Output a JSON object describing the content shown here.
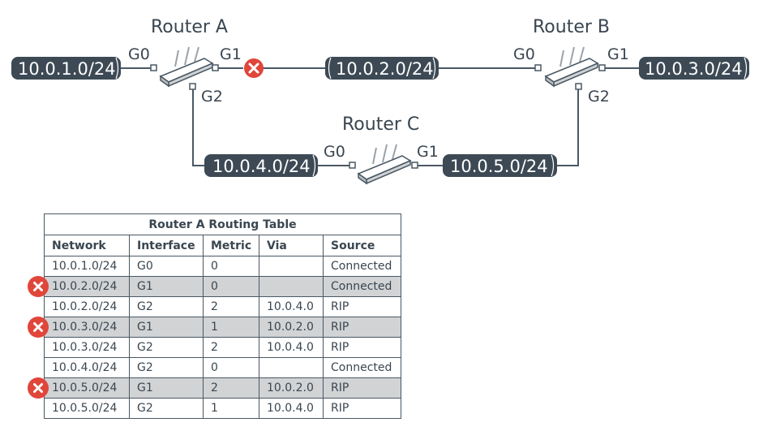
{
  "routers": {
    "a": {
      "label": "Router A",
      "ports": [
        "G0",
        "G1",
        "G2"
      ]
    },
    "b": {
      "label": "Router B",
      "ports": [
        "G0",
        "G1",
        "G2"
      ]
    },
    "c": {
      "label": "Router C",
      "ports": [
        "G0",
        "G1"
      ]
    }
  },
  "networks": {
    "n1": "10.0.1.0/24",
    "n2": "10.0.2.0/24",
    "n3": "10.0.3.0/24",
    "n4": "10.0.4.0/24",
    "n5": "10.0.5.0/24"
  },
  "link_failure": {
    "router": "Router A",
    "interface": "G1",
    "icon": "x-icon",
    "color": "#e0463a"
  },
  "routing_table": {
    "title": "Router A Routing Table",
    "columns": [
      "Network",
      "Interface",
      "Metric",
      "Via",
      "Source"
    ],
    "rows": [
      {
        "network": "10.0.1.0/24",
        "interface": "G0",
        "metric": "0",
        "via": "",
        "source": "Connected",
        "failed": false
      },
      {
        "network": "10.0.2.0/24",
        "interface": "G1",
        "metric": "0",
        "via": "",
        "source": "Connected",
        "failed": true
      },
      {
        "network": "10.0.2.0/24",
        "interface": "G2",
        "metric": "2",
        "via": "10.0.4.0",
        "source": "RIP",
        "failed": false
      },
      {
        "network": "10.0.3.0/24",
        "interface": "G1",
        "metric": "1",
        "via": "10.0.2.0",
        "source": "RIP",
        "failed": true
      },
      {
        "network": "10.0.3.0/24",
        "interface": "G2",
        "metric": "2",
        "via": "10.0.4.0",
        "source": "RIP",
        "failed": false
      },
      {
        "network": "10.0.4.0/24",
        "interface": "G2",
        "metric": "0",
        "via": "",
        "source": "Connected",
        "failed": false
      },
      {
        "network": "10.0.5.0/24",
        "interface": "G1",
        "metric": "2",
        "via": "10.0.2.0",
        "source": "RIP",
        "failed": true
      },
      {
        "network": "10.0.5.0/24",
        "interface": "G2",
        "metric": "1",
        "via": "10.0.4.0",
        "source": "RIP",
        "failed": false
      }
    ]
  },
  "colors": {
    "network_pill": "#3d4a55",
    "line": "#4a5863",
    "failed_row": "#d1d3d5",
    "failure_marker": "#e0463a"
  }
}
